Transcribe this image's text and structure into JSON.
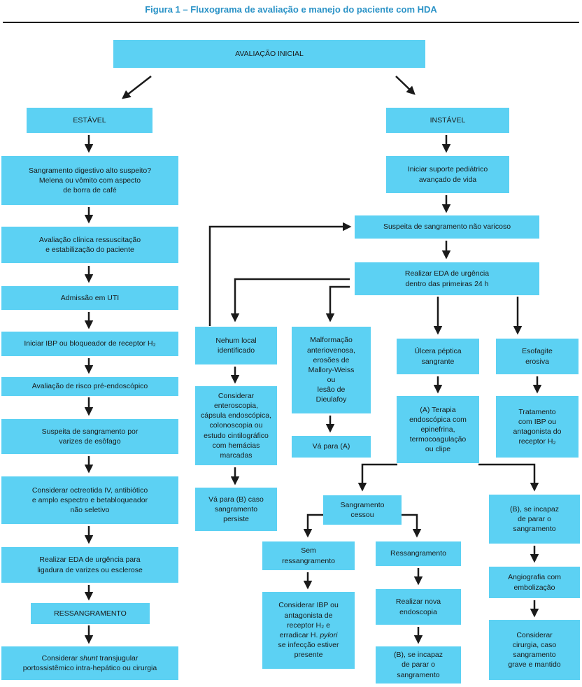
{
  "title": "Figura 1 – Fluxograma de avaliação e manejo do paciente com HDA",
  "boxes": {
    "avaliacao_inicial": "AVALIAÇÃO INICIAL",
    "estavel": "ESTÁVEL",
    "instavel": "INSTÁVEL",
    "sangramento_suspeito": "Sangramento digestivo alto suspeito?\nMelena ou vômito com aspecto\nde borra de café",
    "avaliacao_clinica": "Avaliação clínica ressuscitação\ne estabilização do paciente",
    "admissao_uti": "Admissão em UTI",
    "iniciar_ibp": "Iniciar IBP ou bloqueador de receptor H₂",
    "avaliacao_risco": "Avaliação de risco pré-endoscópico",
    "suspeita_varizes": "Suspeita de sangramento por\nvarizes de esôfago",
    "considerar_octreotida": "Considerar octreotida IV, antibiótico\ne amplo espectro e betabloqueador\nnão seletivo",
    "realizar_eda_ligadura": "Realizar EDA de urgência para\nligadura de varizes ou esclerose",
    "ressangramento_maiusc": "RESSANGRAMENTO",
    "considerar_shunt_pre": "Considerar ",
    "considerar_shunt_em": "shunt",
    "considerar_shunt_post": " transjugular\nportossistêmico intra-hepático ou cirurgia",
    "iniciar_suporte": "Iniciar suporte pediátrico\navançado de vida",
    "suspeita_nao_varicoso": "Suspeita de sangramento não varicoso",
    "realizar_eda_24h": "Realizar EDA de urgência\ndentro das primeiras 24 h",
    "nenhum_local": "Nehum local\nidentificado",
    "malformacao": "Malformação\nanteriovenosa,\nerosões de\nMallory-Weiss\nou\nlesão de\nDieulafoy",
    "ulcera": "Úlcera péptica\nsangrante",
    "esofagite": "Esofagite\nerosiva",
    "considerar_enteroscopia": "Considerar\nenteroscopia,\ncápsula endoscópica,\ncolonoscopia ou\nestudo cintilográfico\ncom hemácias\nmarcadas",
    "va_para_a": "Vá para (A)",
    "terapia_endoscopica": "(A) Terapia\nendoscópica com\nepinefrina,\ntermocoagulação\nou clipe",
    "tratamento_ibp": "Tratamento\ncom IBP ou\nantagonista do\nreceptor H₂",
    "va_para_b": "Vá para (B) caso\nsangramento\npersiste",
    "sangramento_cessou": "Sangramento\ncessou",
    "b_incapaz_direita": "(B), se incapaz\nde parar o\nsangramento",
    "sem_ressangramento": "Sem\nressangramento",
    "ressangramento": "Ressangramento",
    "angiografia": "Angiografia com\nembolização",
    "considerar_ibp_pre": "Considerar IBP ou\nantagonista de\nreceptor H₂ e\nerradicar H. ",
    "considerar_ibp_em": "pylori",
    "considerar_ibp_post": "\nse infecção estiver\npresente",
    "realizar_nova": "Realizar nova\nendoscopia",
    "considerar_cirurgia": "Considerar\ncirurgia, caso\nsangramento\ngrave e mantido",
    "b_incapaz_centro": "(B), se incapaz\nde parar o\nsangramento"
  },
  "colors": {
    "box_fill": "#5cd1f3",
    "title_text": "#2b93c7",
    "arrow": "#1a1a1a"
  }
}
